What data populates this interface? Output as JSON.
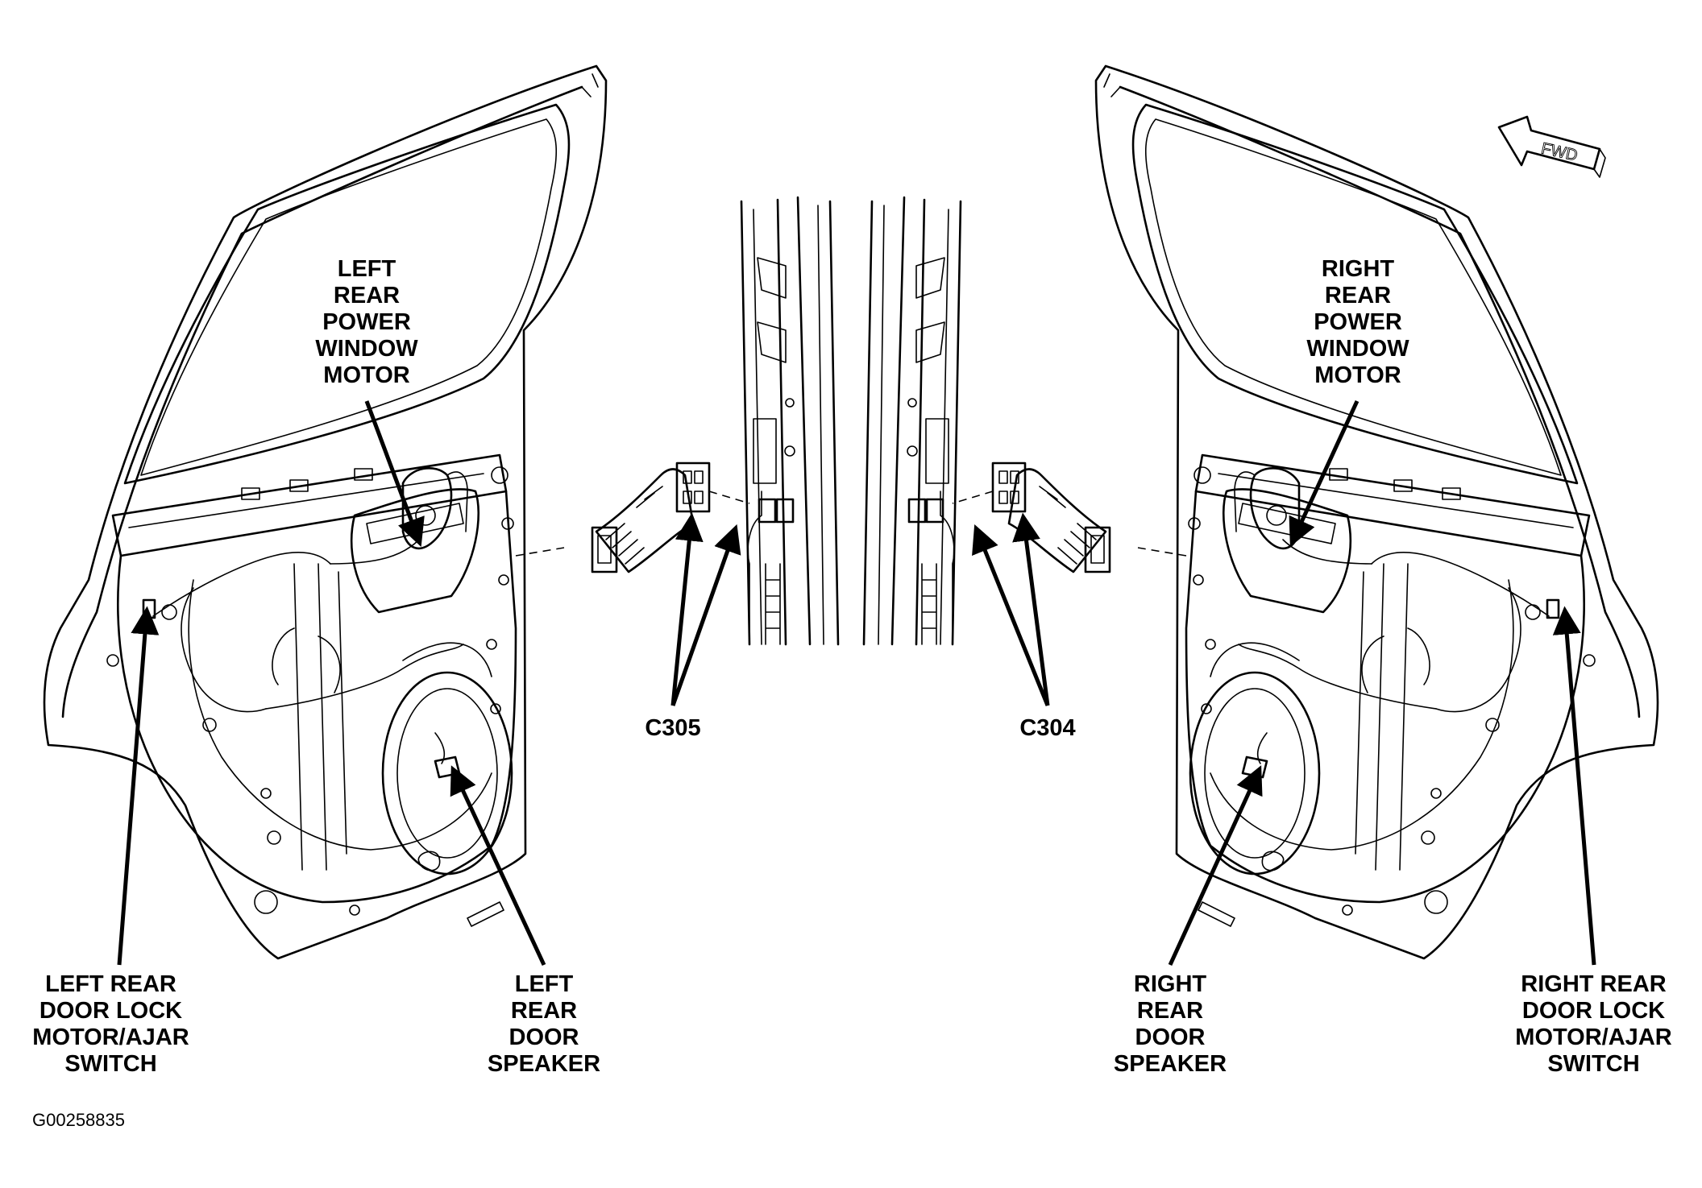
{
  "labels": {
    "left_motor": [
      "LEFT",
      "REAR",
      "POWER",
      "WINDOW",
      "MOTOR"
    ],
    "right_motor": [
      "RIGHT",
      "REAR",
      "POWER",
      "WINDOW",
      "MOTOR"
    ],
    "c305": "C305",
    "c304": "C304",
    "left_lock": [
      "LEFT REAR",
      "DOOR LOCK",
      "MOTOR/AJAR",
      "SWITCH"
    ],
    "left_speaker": [
      "LEFT",
      "REAR",
      "DOOR",
      "SPEAKER"
    ],
    "right_speaker": [
      "RIGHT",
      "REAR",
      "DOOR",
      "SPEAKER"
    ],
    "right_lock": [
      "RIGHT REAR",
      "DOOR LOCK",
      "MOTOR/AJAR",
      "SWITCH"
    ],
    "fwd": "FWD"
  },
  "figure_id": "G00258835"
}
